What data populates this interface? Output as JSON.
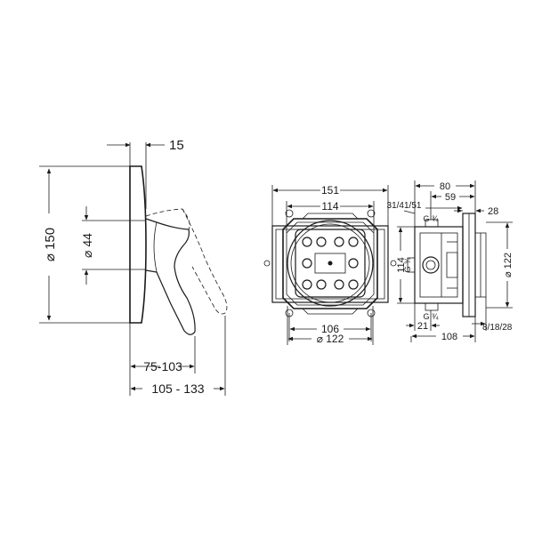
{
  "dimensions": {
    "side_view": {
      "depth": "15",
      "height": "⌀ 150",
      "bore": "⌀ 44",
      "projection_min": "75-103",
      "projection_max": "105 - 133"
    },
    "front_view": {
      "width": "151",
      "inner_width": "114",
      "spacing": "106",
      "diameter": "⌀ 122"
    },
    "box_side_view": {
      "depth_total": "80",
      "depth_partial": "59",
      "plaster_depths": "31/41/51",
      "offset": "28",
      "thread_top": "G ¾",
      "thread_side": "G ¾",
      "height": "114",
      "diameter": "⌀ 122",
      "thread_bottom": "G ¾",
      "bottom_offset": "21",
      "extensions": "8/18/28",
      "length": "108"
    }
  }
}
